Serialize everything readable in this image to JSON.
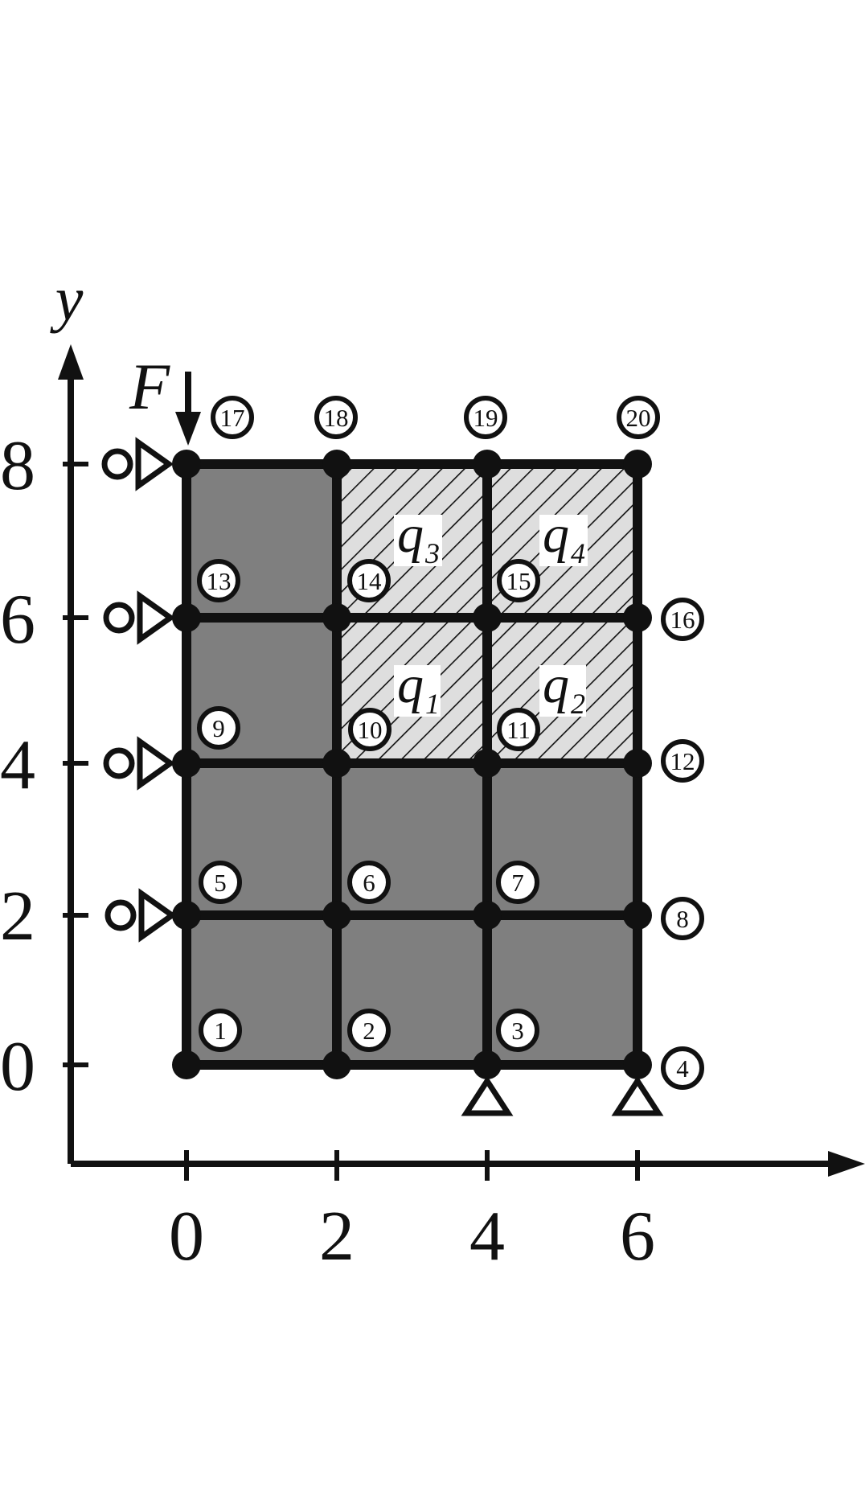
{
  "axes": {
    "x_ticks": [
      "0",
      "2",
      "4",
      "6"
    ],
    "y_ticks": [
      "0",
      "2",
      "4",
      "6",
      "8"
    ],
    "y_label": "y"
  },
  "force": {
    "label": "F"
  },
  "nodes": [
    "1",
    "2",
    "3",
    "4",
    "5",
    "6",
    "7",
    "8",
    "9",
    "10",
    "11",
    "12",
    "13",
    "14",
    "15",
    "16",
    "17",
    "18",
    "19",
    "20"
  ],
  "flux_labels": [
    {
      "base": "q",
      "sub": "1"
    },
    {
      "base": "q",
      "sub": "2"
    },
    {
      "base": "q",
      "sub": "3"
    },
    {
      "base": "q",
      "sub": "4"
    }
  ],
  "colors": {
    "solid_elements": "#7f7f7f",
    "hatched_background": "#dedede",
    "lines": "#111111",
    "background": "#ffffff"
  }
}
